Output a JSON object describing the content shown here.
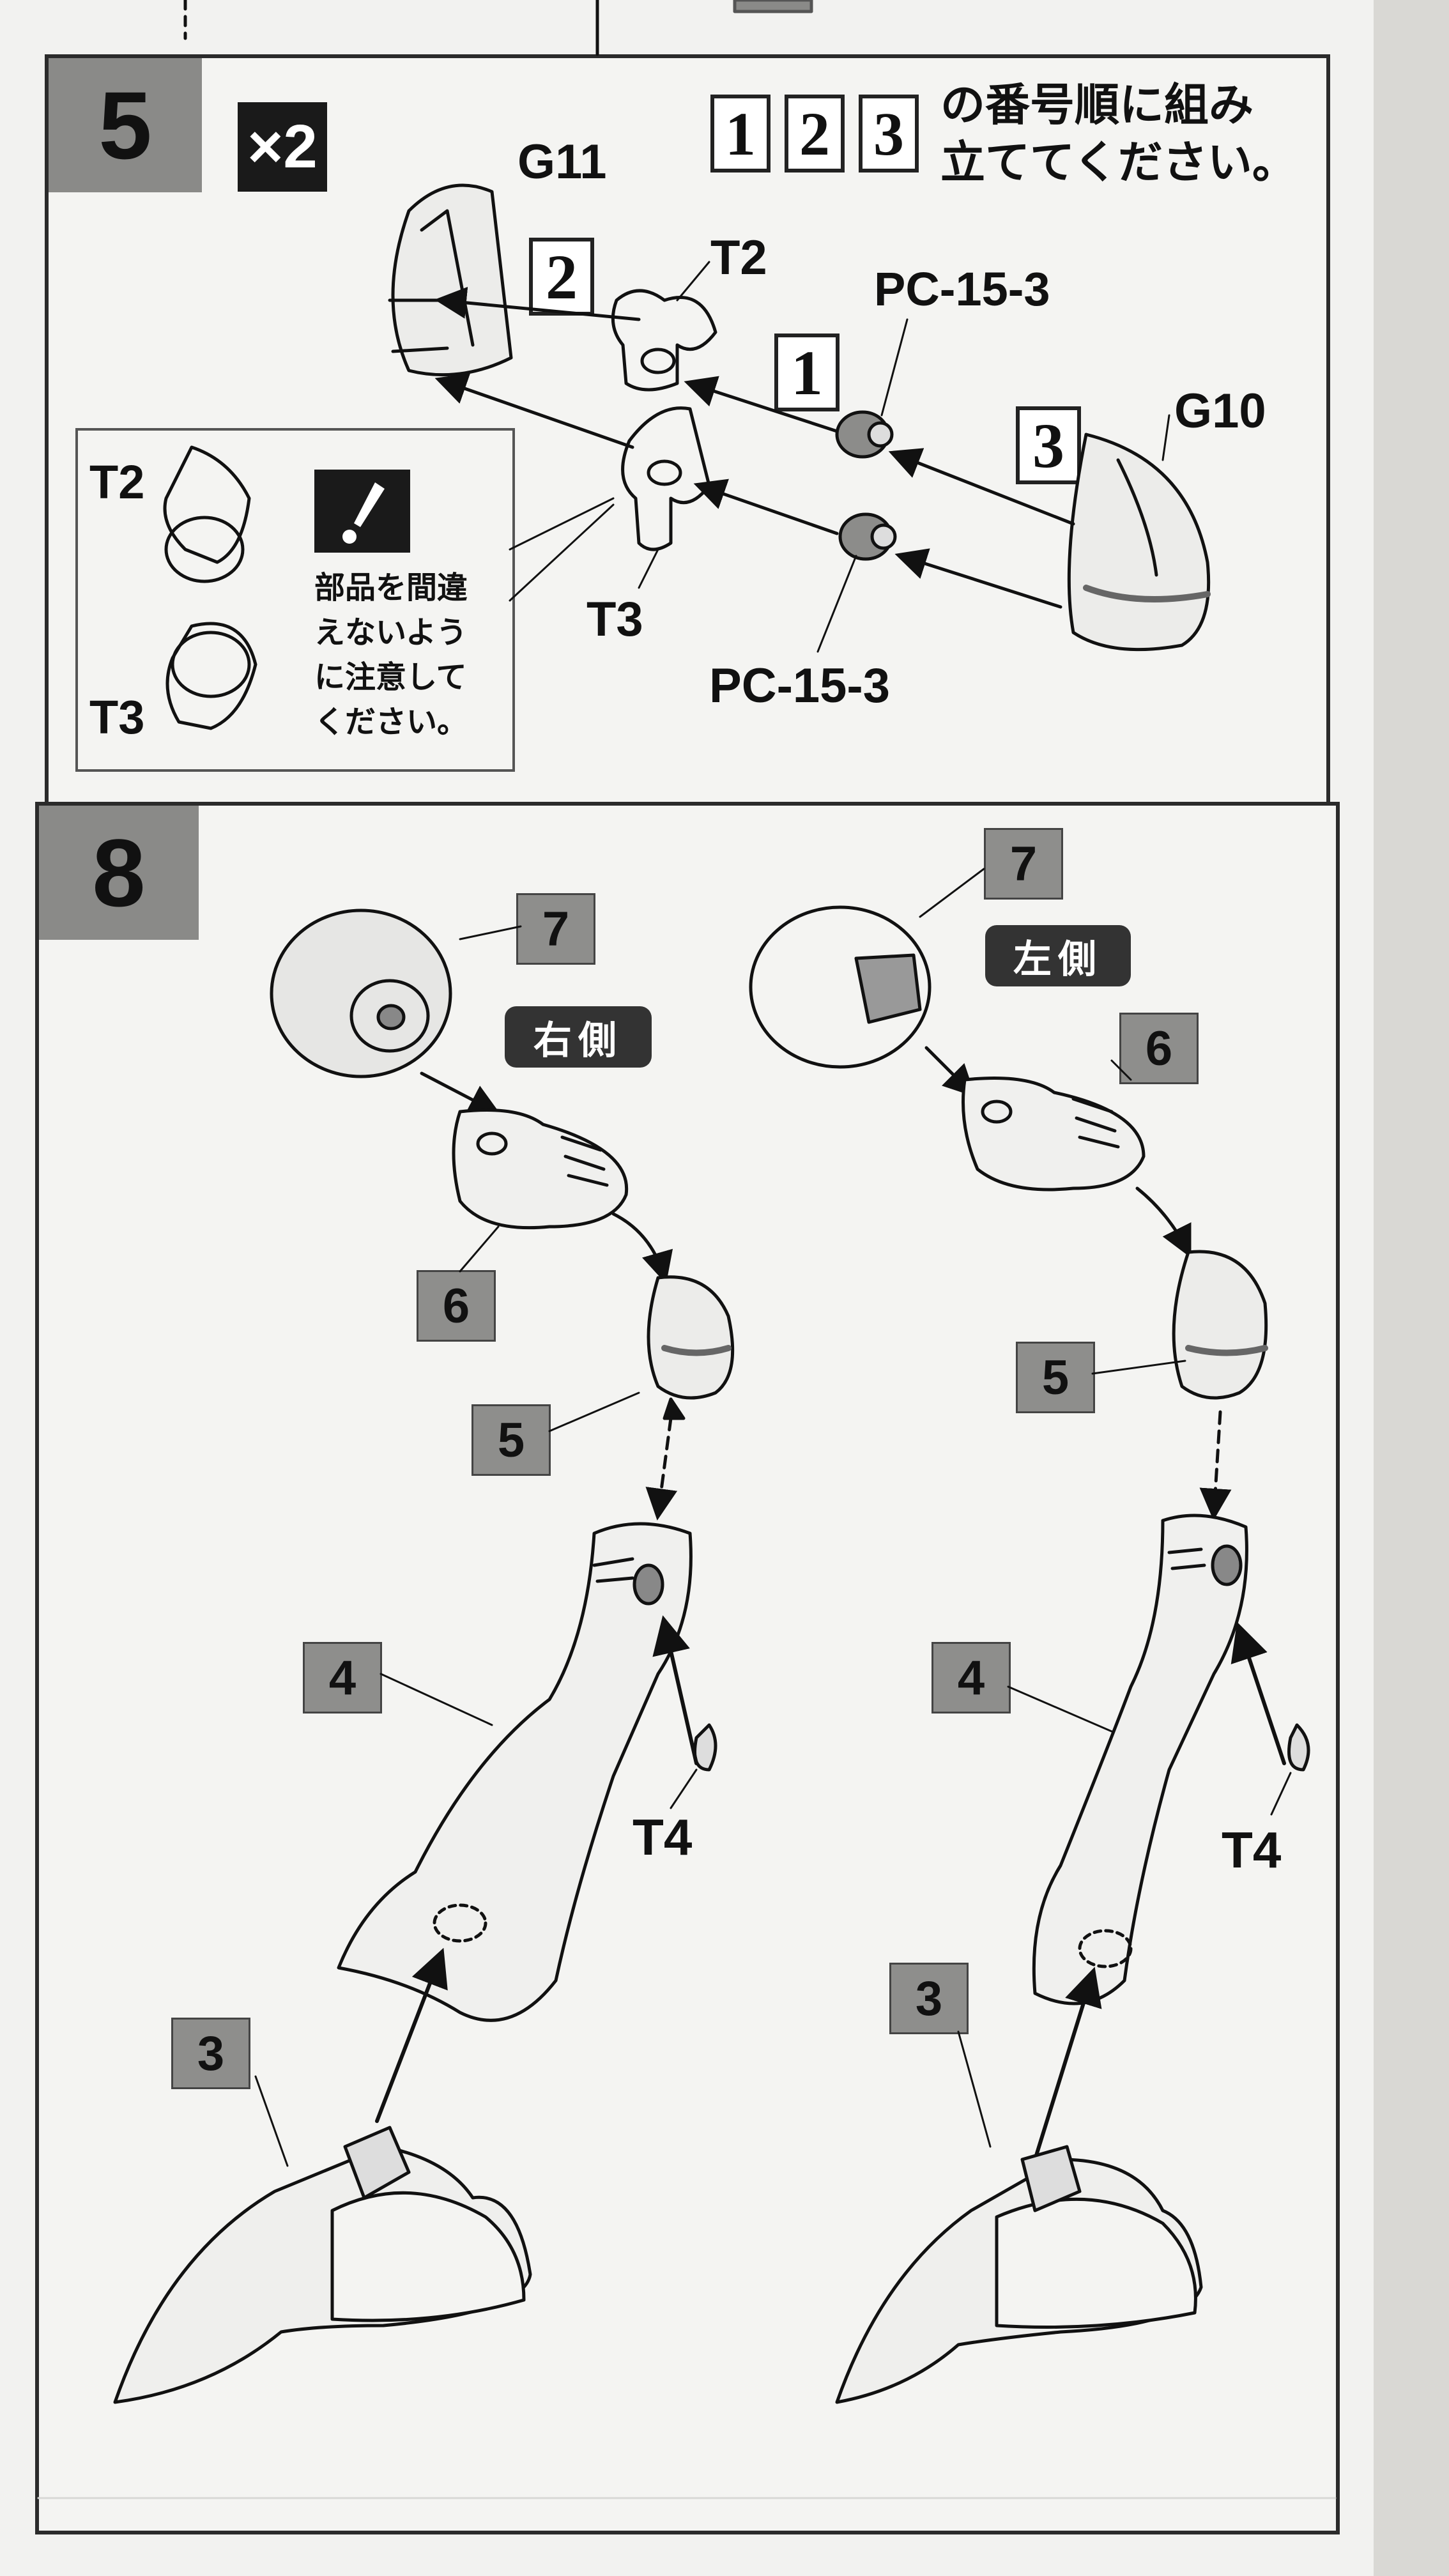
{
  "step5": {
    "number": "5",
    "quantity_badge": "×2",
    "order_note": {
      "boxes": [
        "1",
        "2",
        "3"
      ],
      "text_line1": "の番号順に組み",
      "text_line2": "立ててください。"
    },
    "step_markers": [
      "2",
      "1",
      "3"
    ],
    "labels": {
      "g11": "G11",
      "t2": "T2",
      "t3": "T3",
      "pc_top": "PC-15-3",
      "pc_bottom": "PC-15-3",
      "g10": "G10"
    },
    "caution": {
      "t2": "T2",
      "t3": "T3",
      "text_lines": [
        "部品を間違",
        "えないよう",
        "に注意して",
        "ください。"
      ]
    }
  },
  "step8": {
    "number": "8",
    "right_side": {
      "side_label": "右側",
      "parts": [
        "7",
        "6",
        "5",
        "4",
        "3"
      ],
      "t4": "T4"
    },
    "left_side": {
      "side_label": "左側",
      "parts": [
        "7",
        "6",
        "5",
        "4",
        "3"
      ],
      "t4": "T4"
    }
  },
  "colors": {
    "paper": "#f2f2f0",
    "frame": "#2b2b2b",
    "tag_gray": "#8e8e8c",
    "pill_dark": "#333333"
  }
}
